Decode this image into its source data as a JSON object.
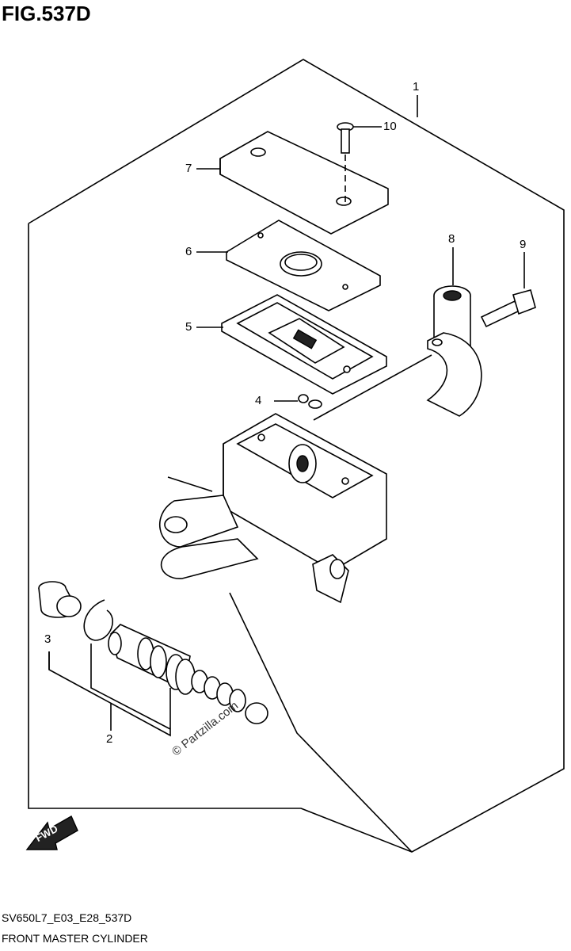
{
  "figure": {
    "title": "FIG.537D"
  },
  "callouts": [
    {
      "id": "1",
      "text": "1"
    },
    {
      "id": "2",
      "text": "2"
    },
    {
      "id": "3",
      "text": "3"
    },
    {
      "id": "4",
      "text": "4"
    },
    {
      "id": "5",
      "text": "5"
    },
    {
      "id": "6",
      "text": "6"
    },
    {
      "id": "7",
      "text": "7"
    },
    {
      "id": "8",
      "text": "8"
    },
    {
      "id": "9",
      "text": "9"
    },
    {
      "id": "10",
      "text": "10"
    }
  ],
  "watermark": "© Partzilla.com",
  "direction_arrow": {
    "label": "FWD",
    "icon": "fwd-arrow-icon"
  },
  "footer": {
    "model_code": "SV650L7_E03_E28_537D",
    "caption": "FRONT MASTER CYLINDER"
  },
  "colors": {
    "line": "#000000",
    "background": "#ffffff"
  }
}
